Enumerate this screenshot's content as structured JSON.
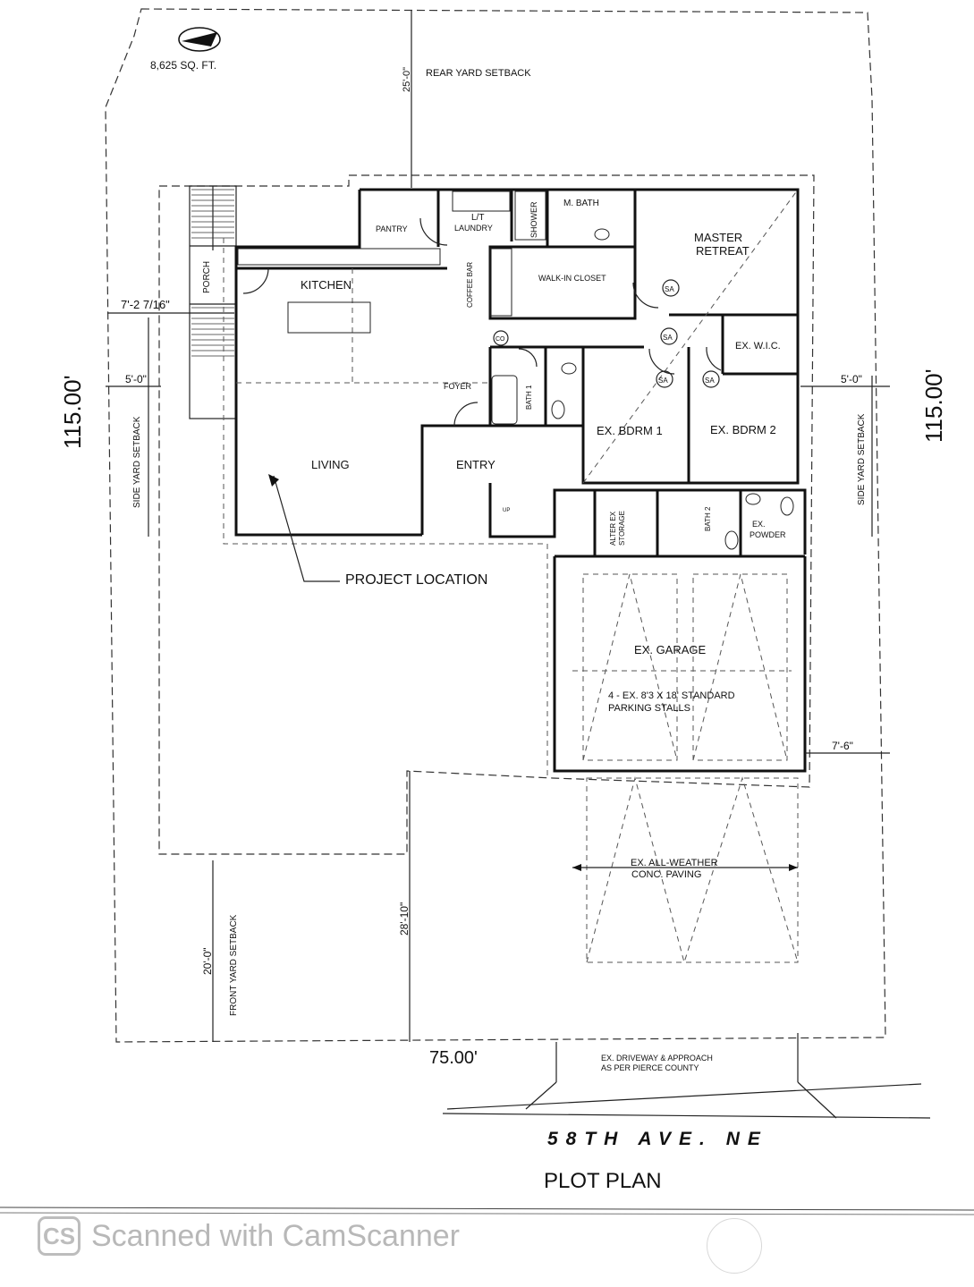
{
  "plan": {
    "lot_area": "8,625 SQ. FT.",
    "rear_setback_dim": "25'-0\"",
    "rear_setback_label": "REAR YARD SETBACK",
    "left_side_setback_dim": "5'-0\"",
    "right_side_setback_dim": "5'-0\"",
    "side_setback_label": "SIDE YARD SETBACK",
    "porch_offset_dim": "7'-2 7/16\"",
    "lot_depth_dim": "115.00'",
    "front_setback_dim": "20'-0\"",
    "front_setback_label": "FRONT YARD SETBACK",
    "house_to_front_dim": "28'-10\"",
    "lot_width_dim": "75.00'",
    "garage_side_dim": "7'-6\"",
    "project_location": "PROJECT LOCATION",
    "street": "58TH AVE. NE",
    "title": "PLOT PLAN",
    "driveway_note_1": "EX. DRIVEWAY & APPROACH",
    "driveway_note_2": "AS PER PIERCE COUNTY",
    "paving_1": "EX. ALL-WEATHER",
    "paving_2": "CONC. PAVING",
    "garage": "EX. GARAGE",
    "parking_1": "4 - EX. 8'3 X 18' STANDARD",
    "parking_2": "PARKING STALLS"
  },
  "rooms": {
    "pantry": "PANTRY",
    "lt": "L/T",
    "laundry": "LAUNDRY",
    "shower": "SHOWER",
    "m_bath": "M. BATH",
    "master_1": "MASTER",
    "master_2": "RETREAT",
    "kitchen": "KITCHEN",
    "porch": "PORCH",
    "coffee_bar": "COFFEE BAR",
    "walk_in": "WALK-IN CLOSET",
    "ex_wic": "EX. W.I.C.",
    "foyer": "FOYER",
    "bath1": "BATH 1",
    "ex_bdrm1": "EX. BDRM 1",
    "ex_bdrm2": "EX. BDRM 2",
    "living": "LIVING",
    "entry": "ENTRY",
    "up": "UP",
    "alter_1": "ALTER EX",
    "alter_2": "STORAGE",
    "bath2": "BATH 2",
    "ex_powder_1": "EX.",
    "ex_powder_2": "POWDER",
    "sa": "SA",
    "co": "CO"
  },
  "watermark": {
    "logo": "CS",
    "text": "Scanned with CamScanner"
  }
}
